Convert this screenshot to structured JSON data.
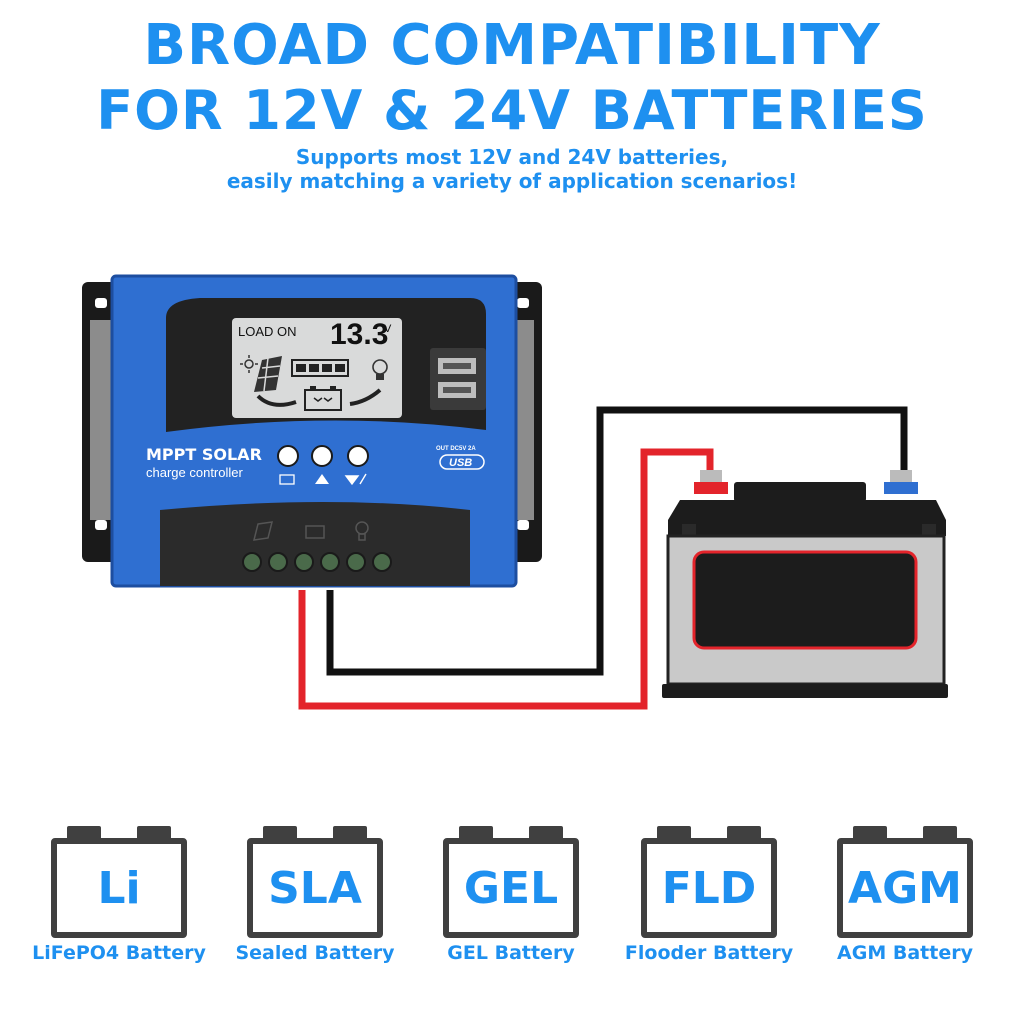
{
  "headline": {
    "line1": "BROAD COMPATIBILITY",
    "line2": "FOR 12V & 24V BATTERIES"
  },
  "subheadline": {
    "line1": "Supports most 12V and 24V batteries,",
    "line2": "easily matching a variety of application scenarios!"
  },
  "controller": {
    "lcd_status": "LOAD ON",
    "lcd_value": "13.3",
    "lcd_unit": "V",
    "brand": "MPPT SOLAR",
    "subtitle": "charge controller",
    "usb_label": "OUT DC5V 2A",
    "usb_logo": "USB"
  },
  "battery_types": [
    {
      "abbr": "Li",
      "name": "LiFePO4 Battery"
    },
    {
      "abbr": "SLA",
      "name": "Sealed Battery"
    },
    {
      "abbr": "GEL",
      "name": "GEL Battery"
    },
    {
      "abbr": "FLD",
      "name": "Flooder Battery"
    },
    {
      "abbr": "AGM",
      "name": "AGM Battery"
    }
  ],
  "colors": {
    "accent": "#1e90f0",
    "controller_blue": "#2f6fd1",
    "wire_red": "#e3242b",
    "wire_black": "#111111"
  }
}
